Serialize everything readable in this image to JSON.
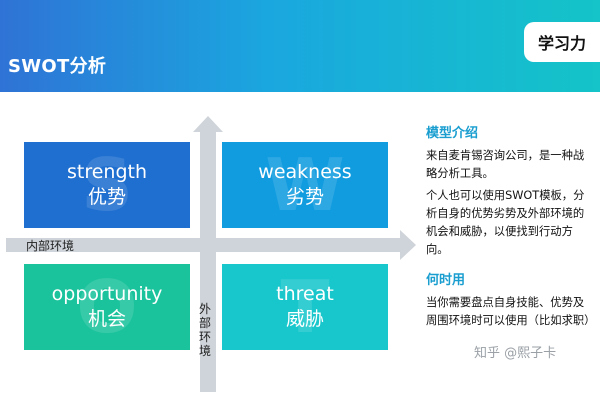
{
  "header": {
    "title": "SWOT分析",
    "badge": "学习力"
  },
  "axes": {
    "horizontal_label": "内部环境",
    "vertical_label": "外部环境"
  },
  "quadrants": [
    {
      "en": "strength",
      "zh": "优势",
      "letter": "S",
      "color": "#1f6fd0"
    },
    {
      "en": "weakness",
      "zh": "劣势",
      "letter": "W",
      "color": "#129ce0"
    },
    {
      "en": "opportunity",
      "zh": "机会",
      "letter": "O",
      "color": "#1bc39c"
    },
    {
      "en": "threat",
      "zh": "威胁",
      "letter": "T",
      "color": "#18c7cc"
    }
  ],
  "panel": {
    "intro_title": "模型介绍",
    "intro_p1": "来自麦肯锡咨询公司，是一种战略分析工具。",
    "intro_p2": "个人也可以使用SWOT模板，分析自身的优势劣势及外部环境的机会和威胁，以便找到行动方向。",
    "when_title": "何时用",
    "when_p": "当你需要盘点自身技能、优势及周围环境时可以使用（比如求职）"
  },
  "watermark": "知乎 @熙子卡"
}
